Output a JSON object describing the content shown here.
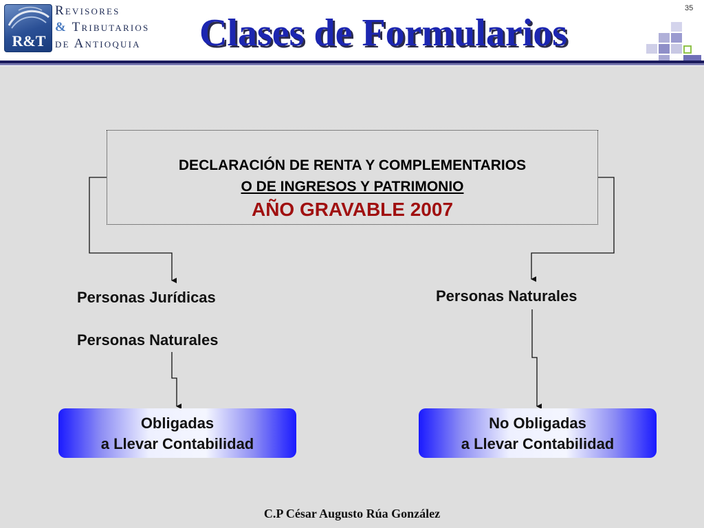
{
  "header": {
    "logo": {
      "mark_text": "R&T",
      "line1": "Revisores",
      "line2_amp": "&",
      "line2": "Tributarios",
      "line3": "de Antioquia"
    },
    "title": "Clases de Formularios",
    "slide_number": "35"
  },
  "declaration": {
    "line1": "DECLARACIÓN DE RENTA Y COMPLEMENTARIOS",
    "line2": "O DE INGRESOS Y PATRIMONIO",
    "line3": "AÑO GRAVABLE 2007"
  },
  "left_branch": {
    "label1": "Personas Jurídicas",
    "label2": "Personas Naturales",
    "result_line1": "Obligadas",
    "result_line2": "a Llevar Contabilidad"
  },
  "right_branch": {
    "label1": "Personas Naturales",
    "result_line1": "No Obligadas",
    "result_line2": "a Llevar Contabilidad"
  },
  "footer": {
    "author": "C.P César Augusto Rúa González"
  },
  "colors": {
    "title": "#1c26b0",
    "year": "#a01010",
    "result_box_edge": "#1a1aff",
    "background": "#dedede"
  }
}
